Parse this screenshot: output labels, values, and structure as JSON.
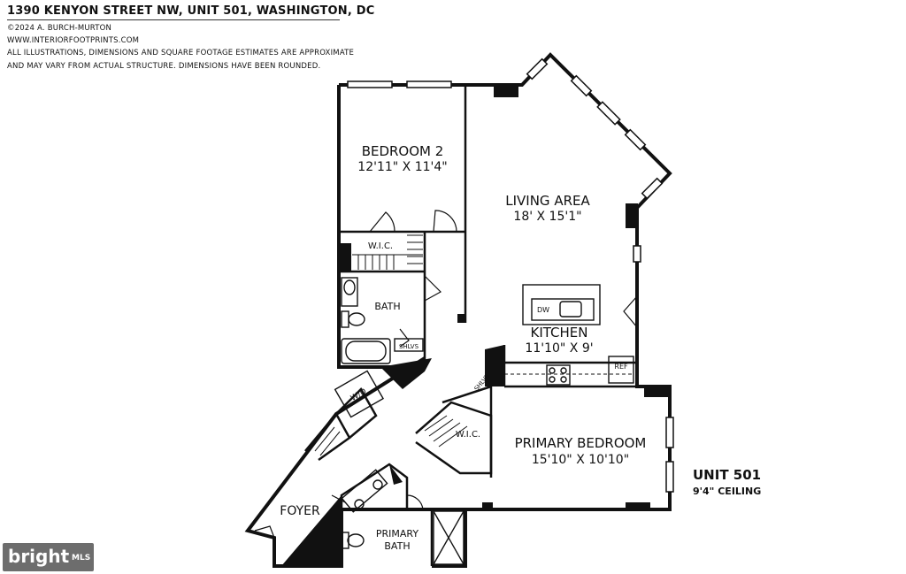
{
  "header": {
    "address": "1390 KENYON STREET NW, UNIT 501, WASHINGTON, DC",
    "copyright": "©2024 A. BURCH-MURTON",
    "website": "WWW.INTERIORFOOTPRINTS.COM",
    "disclaimer_line1": "ALL ILLUSTRATIONS, DIMENSIONS AND SQUARE FOOTAGE ESTIMATES ARE APPROXIMATE",
    "disclaimer_line2": "AND MAY VARY FROM ACTUAL STRUCTURE. DIMENSIONS HAVE BEEN ROUNDED."
  },
  "rooms": {
    "bedroom2": {
      "name": "BEDROOM 2",
      "dims": "12'11\" X 11'4\""
    },
    "living": {
      "name": "LIVING AREA",
      "dims": "18' X 15'1\""
    },
    "kitchen": {
      "name": "KITCHEN",
      "dims": "11'10\" X 9'"
    },
    "primary_bedroom": {
      "name": "PRIMARY BEDROOM",
      "dims": "15'10\" X 10'10\""
    },
    "primary_bath": {
      "name_line1": "PRIMARY",
      "name_line2": "BATH"
    },
    "bath": {
      "name": "BATH"
    },
    "wic_bedroom2": {
      "name": "W.I.C."
    },
    "wic_primary": {
      "name": "W.I.C."
    },
    "foyer": {
      "name": "FOYER"
    }
  },
  "fixtures": {
    "dw": "DW",
    "ref": "REF",
    "wd": "W/D",
    "shlvs_bath": "SHLVS",
    "shlvs_hall": "SHLVS"
  },
  "unit": {
    "name": "UNIT 501",
    "ceiling": "9'4\" CEILING"
  },
  "watermark": {
    "brand": "bright",
    "mls": "MLS"
  }
}
